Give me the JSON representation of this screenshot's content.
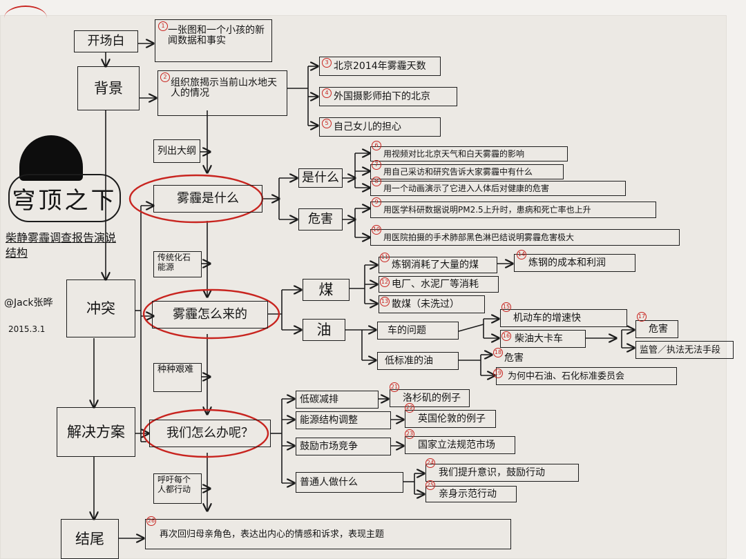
{
  "title": "穹顶之下",
  "subtitle": "柴静雾霾调查报告演说结构",
  "author": "@Jack张晔",
  "date": "2015.3.1",
  "colors": {
    "ink": "#1b1b1b",
    "highlight": "#c8241f",
    "paper": "#ece9e4"
  },
  "spine": {
    "opening": "开场白",
    "background": "背景",
    "conflict": "冲突",
    "solution": "解决方案",
    "ending": "结尾"
  },
  "opening_detail": {
    "num": "1",
    "text": "一张图和一个小孩的新闻数据和事实"
  },
  "background_detail": {
    "num": "2",
    "text": "组织旅揭示当前山水地天人的情况"
  },
  "background_points": [
    {
      "num": "3",
      "text": "北京2014年雾霾天数"
    },
    {
      "num": "4",
      "text": "外国摄影师拍下的北京"
    },
    {
      "num": "5",
      "text": "自己女儿的担心"
    }
  ],
  "transitions": {
    "t1": "列出大纲",
    "t2": "传统化石能源",
    "t3": "种种艰难",
    "t4": "呼吁每个人都行动"
  },
  "q1": "雾霾是什么",
  "q1_what": "是什么",
  "q1_what_items": [
    {
      "num": "6",
      "text": "用视频对比北京天气和白天雾霾的影响"
    },
    {
      "num": "7",
      "text": "用自己采访和研究告诉大家雾霾中有什么"
    },
    {
      "num": "8",
      "text": "用一个动画演示了它进入人体后对健康的危害"
    }
  ],
  "q1_harm": "危害",
  "q1_harm_items": [
    {
      "num": "9",
      "text": "用医学科研数据说明PM2.5上升时，患病和死亡率也上升"
    },
    {
      "num": "10",
      "text": "用医院拍摄的手术肺部黑色淋巴结说明雾霾危害极大"
    }
  ],
  "q2": "雾霾怎么来的",
  "q2_coal": "煤",
  "q2_coal_items": [
    {
      "num": "11",
      "text": "炼钢消耗了大量的煤"
    },
    {
      "num": "12",
      "text": "电厂、水泥厂等消耗"
    },
    {
      "num": "13",
      "text": "散煤（未洗过）"
    }
  ],
  "q2_coal_extra": {
    "num": "14",
    "text": "炼钢的成本和利润"
  },
  "q2_oil": "油",
  "q2_oil_car": "车的问题",
  "q2_oil_car_items": [
    {
      "num": "15",
      "text": "机动车的增速快"
    },
    {
      "num": "16",
      "text": "柴油大卡车"
    }
  ],
  "q2_oil_harm": {
    "num": "17",
    "text": "危害"
  },
  "q2_oil_law": "监管／执法无法手段",
  "q2_oil_lowgrade": "低标准的油",
  "q2_oil_lowgrade_items": [
    {
      "num": "18",
      "text": "危害"
    },
    {
      "num": "19",
      "text": "为何中石油、石化标准委员会"
    }
  ],
  "q3": "我们怎么办呢？",
  "q3_items": [
    {
      "label": "低碳减排",
      "num": "21",
      "text": "洛杉矶的例子"
    },
    {
      "label": "能源结构调整",
      "num": "22",
      "text": "英国伦敦的例子"
    },
    {
      "label": "鼓励市场竞争",
      "num": "23",
      "text": "国家立法规范市场"
    },
    {
      "label": "普通人做什么",
      "num": "24",
      "text": "我们提升意识，鼓励行动"
    }
  ],
  "q3_last_extra": {
    "num": "25",
    "text": "亲身示范行动"
  },
  "ending_detail": {
    "num": "26",
    "text": "再次回归母亲角色，表达出内心的情感和诉求，表现主题"
  }
}
